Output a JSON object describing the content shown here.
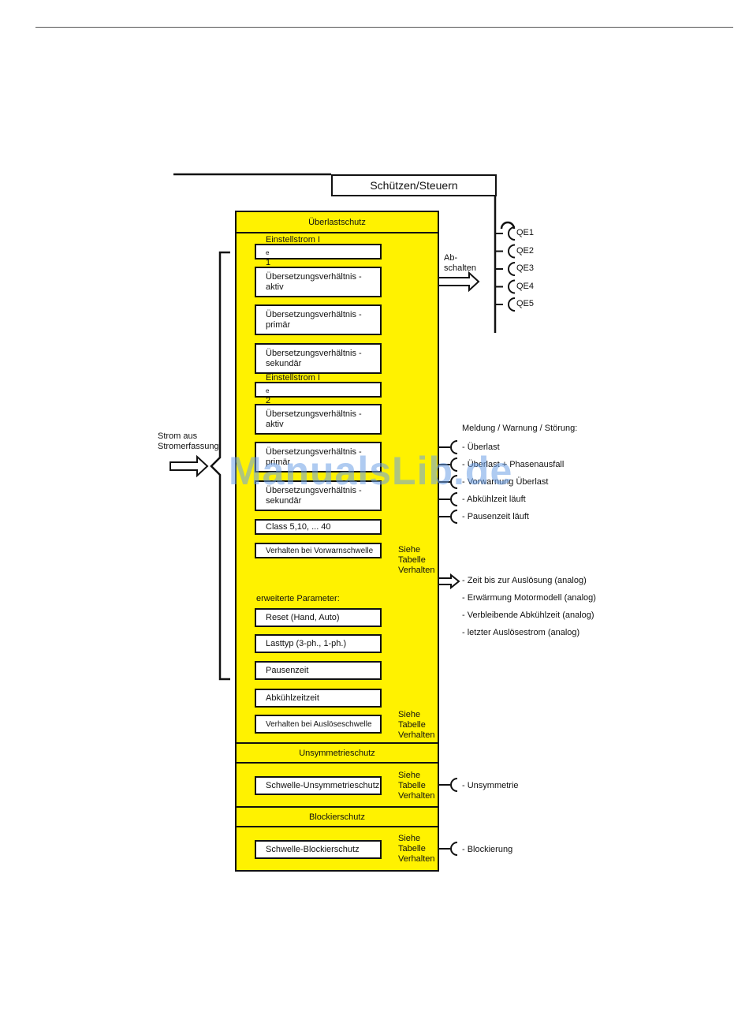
{
  "header": {
    "control_title": "Schützen/Steuern"
  },
  "outputs": [
    "QE1",
    "QE2",
    "QE3",
    "QE4",
    "QE5"
  ],
  "abschalten": "Ab-\nschalten",
  "input": {
    "label_line1": "Strom aus",
    "label_line2": "Stromerfassung"
  },
  "sections": {
    "overload": "Überlastschutz",
    "unbalance": "Unsymmetrieschutz",
    "blocking": "Blockierschutz"
  },
  "params": {
    "current1": "Einstellstrom I",
    "current1_sub": "e",
    "current1_suffix": "1",
    "ratio_active_1": "Übersetzungsverhältnis -\naktiv",
    "ratio_primary_1": "Übersetzungsverhältnis -\nprimär",
    "ratio_secondary_1": "Übersetzungsverhältnis -\nsekundär",
    "current2": "Einstellstrom I",
    "current2_sub": "e",
    "current2_suffix": "2",
    "ratio_active_2": "Übersetzungsverhältnis -\naktiv",
    "ratio_primary_2": "Übersetzungsverhältnis -\nprimär",
    "ratio_secondary_2": "Übersetzungsverhältnis -\nsekundär",
    "class": "Class 5,10, ... 40",
    "prewarn": "Verhalten bei Vorwarnschwelle",
    "extended_label": "erweiterte Parameter:",
    "reset": "Reset (Hand, Auto)",
    "load_type": "Lasttyp (3-ph., 1-ph.)",
    "pause": "Pausenzeit",
    "cooldown": "Abkühlzeitzeit",
    "trip_threshold": "Verhalten bei Auslöseschwelle",
    "unbalance_threshold": "Schwelle-Unsymmetrieschutz",
    "blocking_threshold": "Schwelle-Blockierschutz"
  },
  "see_table": "Siehe\nTabelle\nVerhalten",
  "messages": {
    "title": "Meldung / Warnung / Störung:",
    "items": [
      "- Überlast",
      "- Überlast + Phasenausfall",
      "- Vorwarnung Überlast",
      "- Abkühlzeit läuft",
      "- Pausenzeit läuft"
    ]
  },
  "analog": [
    "- Zeit bis zur Auslösung (analog)",
    "- Erwärmung Motormodell (analog)",
    "- Verbleibende Abkühlzeit (analog)",
    "- letzter Auslösestrom (analog)"
  ],
  "unbalance_msg": "- Unsymmetrie",
  "blocking_msg": "- Blockierung",
  "watermark": "ManualsLib.de"
}
